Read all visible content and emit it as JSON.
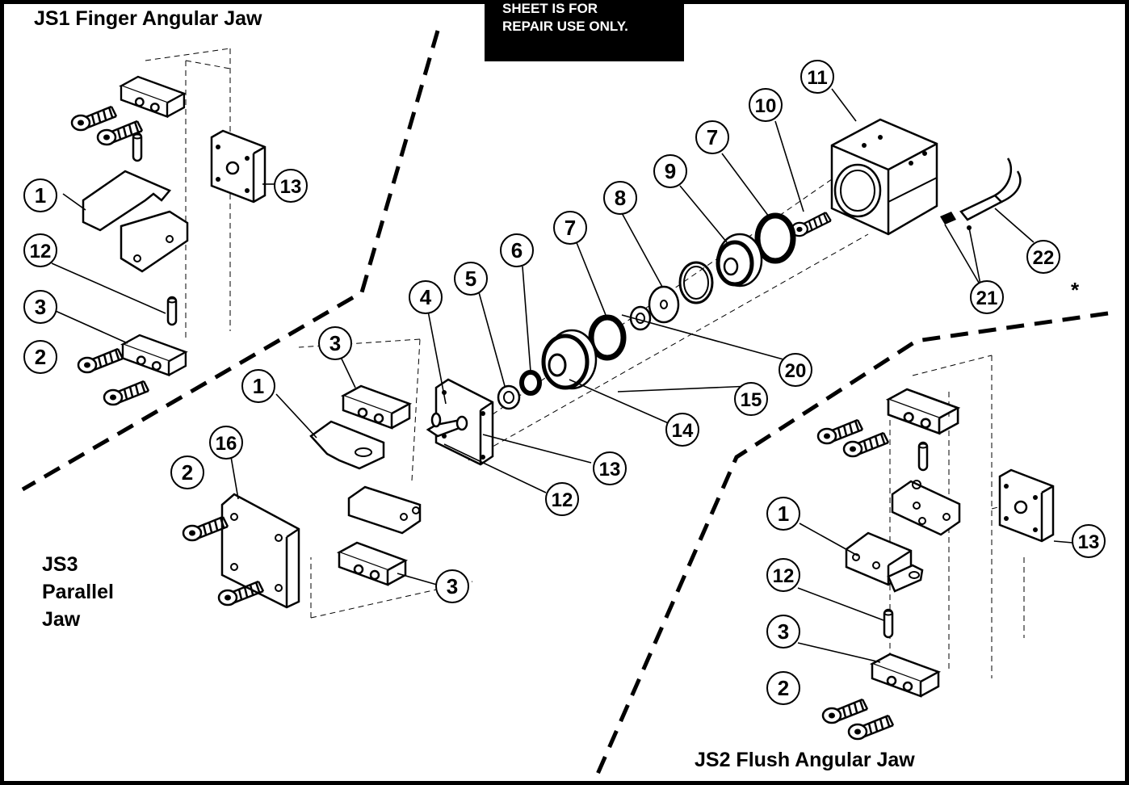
{
  "notice": {
    "line1": "SHEET IS FOR",
    "line2": "REPAIR USE ONLY."
  },
  "sections": {
    "js1": "JS1 Finger Angular Jaw",
    "js3_line1": "JS3",
    "js3_line2": "Parallel",
    "js3_line3": "Jaw",
    "js2": "JS2 Flush Angular Jaw"
  },
  "callouts": [
    {
      "id": "c11",
      "label": "11"
    },
    {
      "id": "c10",
      "label": "10"
    },
    {
      "id": "c7a",
      "label": "7"
    },
    {
      "id": "c9",
      "label": "9"
    },
    {
      "id": "c8",
      "label": "8"
    },
    {
      "id": "c7b",
      "label": "7"
    },
    {
      "id": "c6",
      "label": "6"
    },
    {
      "id": "c5",
      "label": "5"
    },
    {
      "id": "c4",
      "label": "4"
    },
    {
      "id": "c14",
      "label": "14"
    },
    {
      "id": "c15",
      "label": "15"
    },
    {
      "id": "c20",
      "label": "20"
    },
    {
      "id": "c22",
      "label": "22"
    },
    {
      "id": "c21",
      "label": "21"
    },
    {
      "id": "c13m",
      "label": "13"
    },
    {
      "id": "c12m",
      "label": "12"
    },
    {
      "id": "c1_js1",
      "label": "1"
    },
    {
      "id": "c12_js1",
      "label": "12"
    },
    {
      "id": "c3_js1",
      "label": "3"
    },
    {
      "id": "c2_js1",
      "label": "2"
    },
    {
      "id": "c13_js1",
      "label": "13"
    },
    {
      "id": "c3_js3a",
      "label": "3"
    },
    {
      "id": "c1_js3",
      "label": "1"
    },
    {
      "id": "c2_js3",
      "label": "2"
    },
    {
      "id": "c16",
      "label": "16"
    },
    {
      "id": "c3_js3b",
      "label": "3"
    },
    {
      "id": "c1_js2",
      "label": "1"
    },
    {
      "id": "c12_js2",
      "label": "12"
    },
    {
      "id": "c3_js2",
      "label": "3"
    },
    {
      "id": "c2_js2",
      "label": "2"
    },
    {
      "id": "c13_js2",
      "label": "13"
    }
  ],
  "asterisk": "*"
}
